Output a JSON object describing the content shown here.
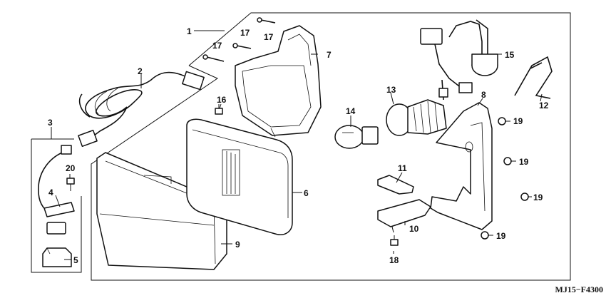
{
  "diagram": {
    "callouts": [
      {
        "id": "c1",
        "label": "1"
      },
      {
        "id": "c2",
        "label": "2"
      },
      {
        "id": "c3",
        "label": "3"
      },
      {
        "id": "c4",
        "label": "4"
      },
      {
        "id": "c5",
        "label": "5"
      },
      {
        "id": "c6",
        "label": "6"
      },
      {
        "id": "c7",
        "label": "7"
      },
      {
        "id": "c8",
        "label": "8"
      },
      {
        "id": "c9",
        "label": "9"
      },
      {
        "id": "c10",
        "label": "10"
      },
      {
        "id": "c11",
        "label": "11"
      },
      {
        "id": "c12",
        "label": "12"
      },
      {
        "id": "c13",
        "label": "13"
      },
      {
        "id": "c14",
        "label": "14"
      },
      {
        "id": "c15",
        "label": "15"
      },
      {
        "id": "c16",
        "label": "16"
      },
      {
        "id": "c17a",
        "label": "17"
      },
      {
        "id": "c17b",
        "label": "17"
      },
      {
        "id": "c17c",
        "label": "17"
      },
      {
        "id": "c18",
        "label": "18"
      },
      {
        "id": "c19a",
        "label": "19"
      },
      {
        "id": "c19b",
        "label": "19"
      },
      {
        "id": "c19c",
        "label": "19"
      },
      {
        "id": "c19d",
        "label": "19"
      },
      {
        "id": "c20",
        "label": "20"
      }
    ],
    "drawing_code": "MJ15−F4300"
  }
}
